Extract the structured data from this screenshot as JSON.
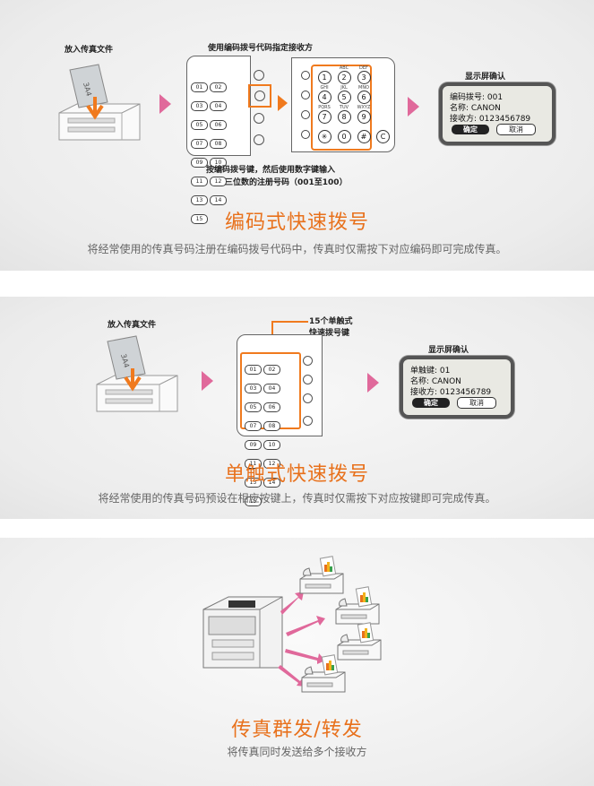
{
  "panel1": {
    "place_doc": "放入传真文件",
    "keypad_caption": "使用编码拨号代码指定接收方",
    "confirm_caption": "显示屏确认",
    "hint_line1": "按编码拨号键，然后使用数字键输入",
    "hint_line2": "三位数的注册号码（001至100）",
    "screen": {
      "line1": "编码拨号: 001",
      "line2": "名称: CANON",
      "line3": "接收方: 0123456789",
      "ok": "确定",
      "cancel": "取消"
    },
    "title": "编码式快速拨号",
    "desc": "将经常使用的传真号码注册在编码拨号代码中，传真时仅需按下对应编码即可完成传真。",
    "keys": [
      {
        "d": "1",
        "l": ""
      },
      {
        "d": "2",
        "l": "ABC"
      },
      {
        "d": "3",
        "l": "DEF"
      },
      {
        "d": "4",
        "l": "GHI"
      },
      {
        "d": "5",
        "l": "JKL"
      },
      {
        "d": "6",
        "l": "MNO"
      },
      {
        "d": "7",
        "l": "PQRS"
      },
      {
        "d": "8",
        "l": "TUV"
      },
      {
        "d": "9",
        "l": "WXYZ"
      },
      {
        "d": "✳",
        "l": ""
      },
      {
        "d": "0",
        "l": ""
      },
      {
        "d": "#",
        "l": ""
      }
    ],
    "extra_key": "C"
  },
  "panel2": {
    "place_doc": "放入传真文件",
    "callout_line1": "15个单触式",
    "callout_line2": "快速拨号键",
    "confirm_caption": "显示屏确认",
    "screen": {
      "line1": "单触键: 01",
      "line2": "名称: CANON",
      "line3": "接收方: 0123456789",
      "ok": "确定",
      "cancel": "取消"
    },
    "title": "单触式快速拨号",
    "desc": "将经常使用的传真号码预设在相应按键上，传真时仅需按下对应按键即可完成传真。"
  },
  "panel3": {
    "title": "传真群发/转发",
    "desc": "将传真同时发送给多个接收方"
  },
  "onetouch": [
    "01",
    "02",
    "03",
    "04",
    "05",
    "06",
    "07",
    "08",
    "09",
    "10",
    "11",
    "12",
    "13",
    "14",
    "15"
  ],
  "doc_text": "3A4",
  "colors": {
    "accent_orange": "#e8711c",
    "arrow_pink": "#e0699b",
    "arrow_orange": "#f07a1e",
    "highlight": "#f07a1e"
  }
}
